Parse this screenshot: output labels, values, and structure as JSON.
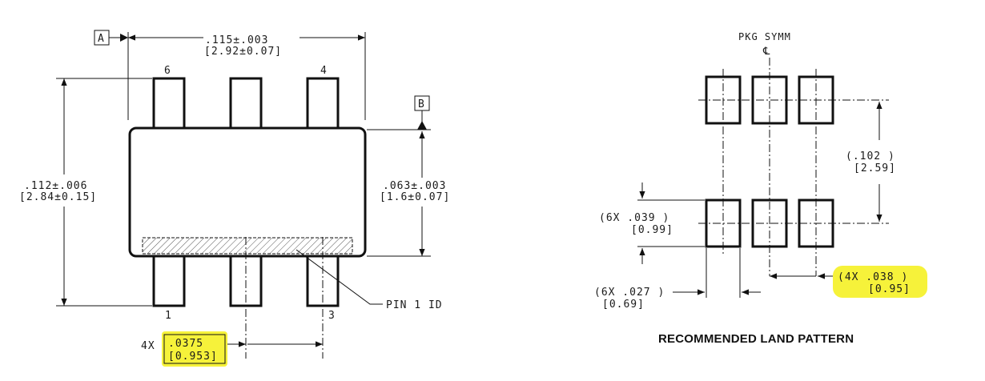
{
  "left_view": {
    "datum_a": "A",
    "datum_b": "B",
    "width_dim": {
      "inch": ".115±.003",
      "mm": "[2.92±0.07]"
    },
    "height_dim": {
      "inch": ".112±.006",
      "mm": "[2.84±0.15]"
    },
    "body_dim": {
      "inch": ".063±.003",
      "mm": "[1.6±0.07]"
    },
    "pin_labels": {
      "p6": "6",
      "p4": "4",
      "p1": "1",
      "p3": "3"
    },
    "pin1_id": "PIN 1 ID",
    "pitch_dim": {
      "count": "4X",
      "inch": ".0375",
      "mm": "[0.953]"
    }
  },
  "right_view": {
    "symm_label": "PKG SYMM",
    "centerline_symbol": "℄",
    "row_spacing": {
      "inch": "(.102  )",
      "mm": "[2.59]"
    },
    "pad_length": {
      "inch": "(6X .039  )",
      "mm": "[0.99]"
    },
    "pad_width": {
      "inch": "(6X .027  )",
      "mm": "[0.69]"
    },
    "pad_pitch": {
      "inch": "(4X .038  )",
      "mm": "[0.95]"
    },
    "caption": "RECOMMENDED LAND PATTERN"
  },
  "colors": {
    "highlight": "#f6f23a",
    "line": "#111111"
  }
}
